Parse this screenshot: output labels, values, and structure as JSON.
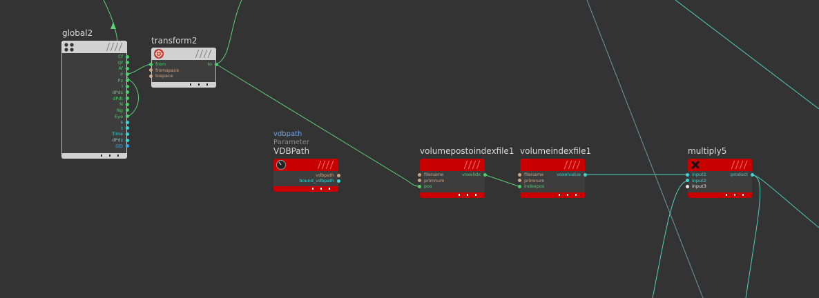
{
  "colors": {
    "background": "#333333",
    "wire_green": "#5fcf7a",
    "wire_cyan": "#4fd0c0",
    "wire_grey": "#8a8a8a",
    "port_green": "#4fcf6e",
    "port_tan": "#cfa88a",
    "port_cyan": "#3fd6d6",
    "port_blue": "#3aa8f0",
    "port_white": "#e8e8e8"
  },
  "nodes": {
    "global2": {
      "title": "global2",
      "icon": "grid-dots-icon",
      "outputs": [
        "Cf",
        "Of",
        "Af",
        "P",
        "Pz",
        "I",
        "dPds",
        "dPdt",
        "N",
        "Ng",
        "Eye",
        "s",
        "t",
        "Time",
        "dPdz",
        "SID"
      ]
    },
    "transform2": {
      "title": "transform2",
      "icon": "transform-icon",
      "inputs": [
        "from",
        "fromspace",
        "tospace"
      ],
      "outputs": [
        "to"
      ]
    },
    "vdbpath": {
      "title": "VDBPath",
      "name_label": "vdbpath",
      "sub_label": "Parameter",
      "icon": "knob-icon",
      "outputs": [
        "vdbpath",
        "bound_vdbpath"
      ]
    },
    "volumepostoindexfile1": {
      "title": "volumepostoindexfile1",
      "inputs": [
        "filename",
        "primnum",
        "pos"
      ],
      "outputs": [
        "voxelidx"
      ]
    },
    "volumeindexfile1": {
      "title": "volumeindexfile1",
      "inputs": [
        "filename",
        "primnum",
        "indexpos"
      ],
      "outputs": [
        "voxelvalue"
      ]
    },
    "multiply5": {
      "title": "multiply5",
      "icon": "multiply-icon",
      "inputs": [
        "input1",
        "input2",
        "input3"
      ],
      "outputs": [
        "product"
      ]
    }
  }
}
